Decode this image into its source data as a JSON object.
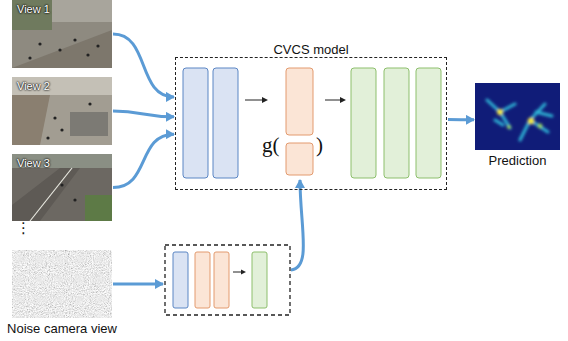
{
  "diagram": {
    "nodes": [
      {
        "text": [
          "View 1"
        ]
      },
      {
        "text": [
          "View 2"
        ]
      },
      {
        "text": [
          "View 3"
        ]
      },
      {
        "text": [
          "Noise camera view"
        ]
      },
      {
        "text": [
          "CVCS model"
        ]
      },
      {
        "text": [
          "Prediction"
        ]
      }
    ],
    "edges": [
      {
        "from": 0,
        "to": 4,
        "arrow": "to"
      },
      {
        "from": 1,
        "to": 4,
        "arrow": "to"
      },
      {
        "from": 2,
        "to": 4,
        "arrow": "to"
      },
      {
        "from": 4,
        "to": 5,
        "arrow": "to"
      }
    ],
    "labels": [
      "⋮",
      "g(",
      ")"
    ]
  }
}
